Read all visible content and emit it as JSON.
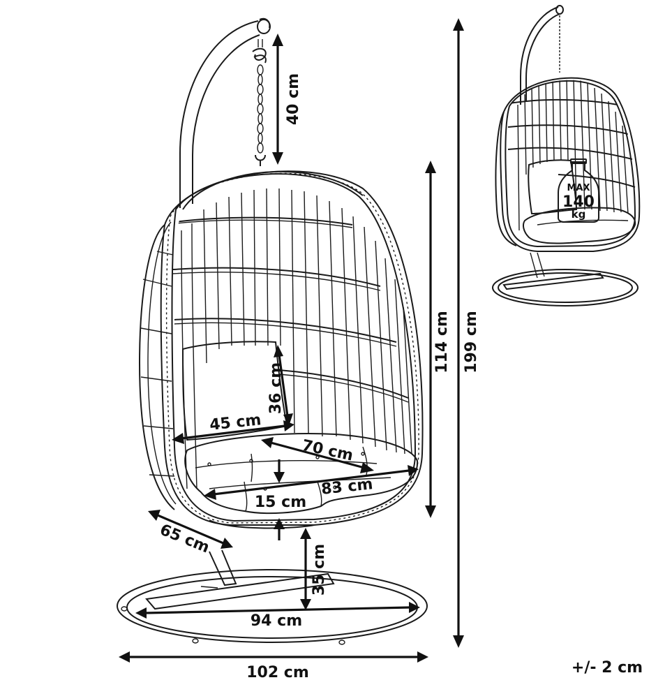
{
  "dimensions": {
    "chain_length": "40 cm",
    "cushion_height": "36 cm",
    "cushion_width": "45 cm",
    "seat_depth": "70 cm",
    "seat_width": "83 cm",
    "seat_cushion_thickness": "15 cm",
    "chair_depth": "65 cm",
    "seat_height": "35 cm",
    "base_inner": "94 cm",
    "base_outer": "102 cm",
    "chair_height": "114 cm",
    "total_height": "199 cm"
  },
  "tolerance": "+/- 2 cm",
  "load_badge": {
    "label": "MAX",
    "value": "140",
    "unit": "kg"
  }
}
